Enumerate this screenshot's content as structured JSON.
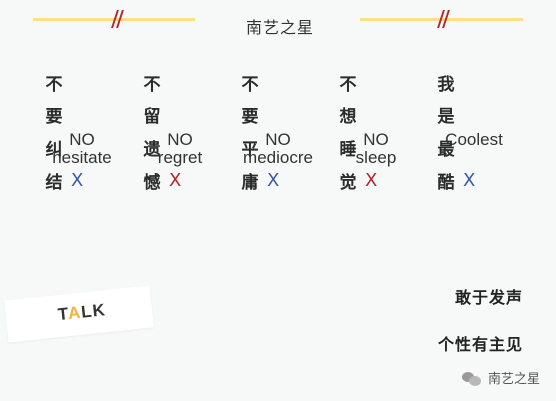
{
  "header": {
    "title": "南艺之星"
  },
  "columns": [
    {
      "chars": [
        "不",
        "要",
        "纠",
        "结"
      ],
      "mark": "X",
      "en_line1": "NO",
      "en_line2": "hesitate"
    },
    {
      "chars": [
        "不",
        "留",
        "遗",
        "憾"
      ],
      "mark": "X",
      "en_line1": "NO",
      "en_line2": "regret"
    },
    {
      "chars": [
        "不",
        "要",
        "平",
        "庸"
      ],
      "mark": "X",
      "en_line1": "NO",
      "en_line2": "mediocre"
    },
    {
      "chars": [
        "不",
        "想",
        "睡",
        "觉"
      ],
      "mark": "X",
      "en_line1": "NO",
      "en_line2": "sleep"
    },
    {
      "chars": [
        "我",
        "是",
        "最",
        "酷"
      ],
      "mark": "X",
      "en_line1": "Coolest",
      "en_line2": ""
    }
  ],
  "mark_colors": [
    "#3a5aa8",
    "#b1282d",
    "#3a5aa8",
    "#b1282d",
    "#3a5aa8"
  ],
  "talk": {
    "first": "T",
    "accent": "A",
    "rest": "LK",
    "accent_color": "#f3b33d"
  },
  "slogans": {
    "line1": "敢于发声",
    "line2": "个性有主见"
  },
  "watermark": {
    "icon": "wechat-icon",
    "text": "南艺之星"
  }
}
